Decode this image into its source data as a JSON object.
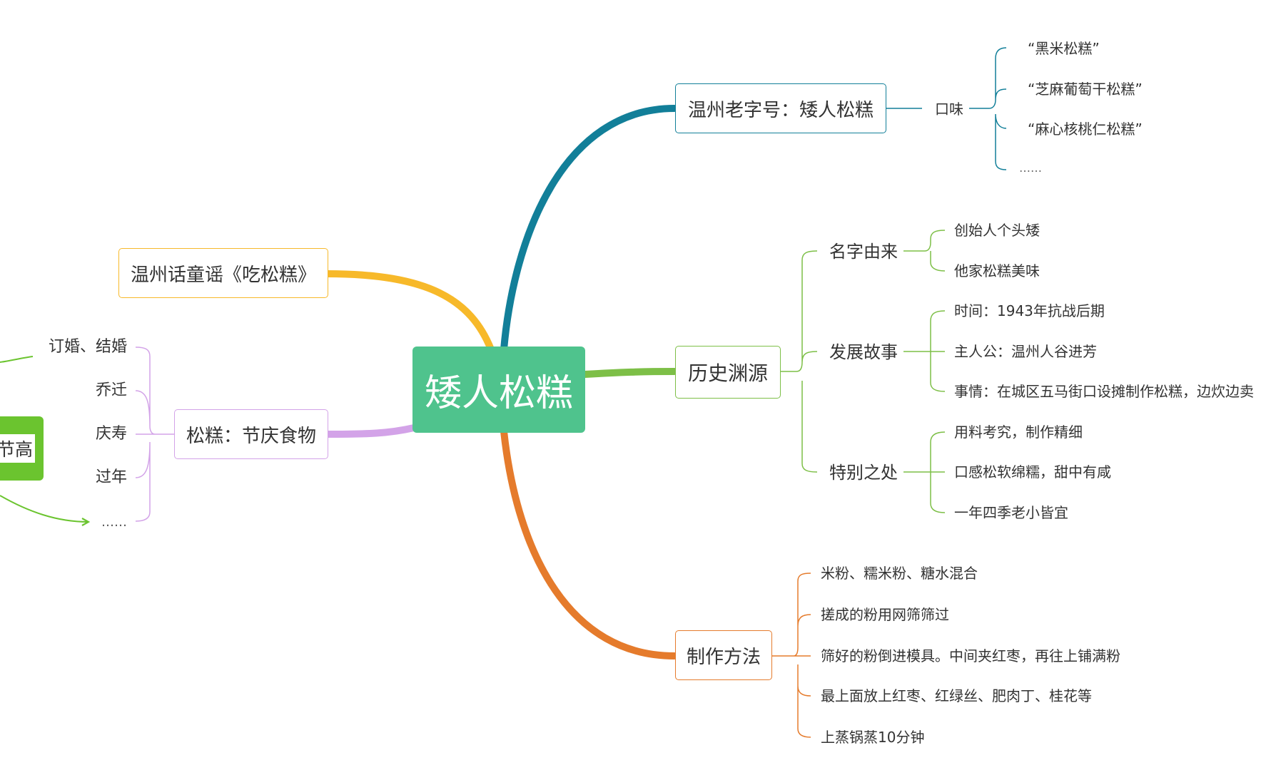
{
  "root": {
    "label": "矮人松糕"
  },
  "branches": {
    "brand": {
      "label": "温州老字号：矮人松糕",
      "color": "#127f99",
      "flavor": {
        "label": "口味",
        "items": [
          "“黑米松糕”",
          "“芝麻葡萄干松糕”",
          "“麻心核桃仁松糕”",
          "……"
        ]
      }
    },
    "history": {
      "label": "历史渊源",
      "color": "#7dbf47",
      "groups": [
        {
          "label": "名字由来",
          "items": [
            "创始人个头矮",
            "他家松糕美味"
          ]
        },
        {
          "label": "发展故事",
          "items": [
            "时间：1943年抗战后期",
            "主人公：温州人谷进芳",
            "事情：在城区五马街口设摊制作松糕，边炊边卖"
          ]
        },
        {
          "label": "特别之处",
          "items": [
            "用料考究，制作精细",
            "口感松软绵糯，甜中有咸",
            "一年四季老小皆宜"
          ]
        }
      ]
    },
    "method": {
      "label": "制作方法",
      "color": "#e57b2c",
      "items": [
        "米粉、糯米粉、糖水混合",
        "搓成的粉用网筛筛过",
        "筛好的粉倒进模具。中间夹红枣，再往上铺满粉",
        "最上面放上红枣、红绿丝、肥肉丁、桂花等",
        "上蒸锅蒸10分钟"
      ]
    },
    "rhyme": {
      "label": "温州话童谣《吃松糕》",
      "color": "#f7b92a"
    },
    "festival": {
      "label": "松糕：节庆食物",
      "color": "#d3a3e8",
      "items": [
        "订婚、结婚",
        "乔迁",
        "庆寿",
        "过年",
        "……"
      ]
    }
  },
  "offscreen_node": {
    "label": "节高",
    "color": "#6bc42f"
  }
}
